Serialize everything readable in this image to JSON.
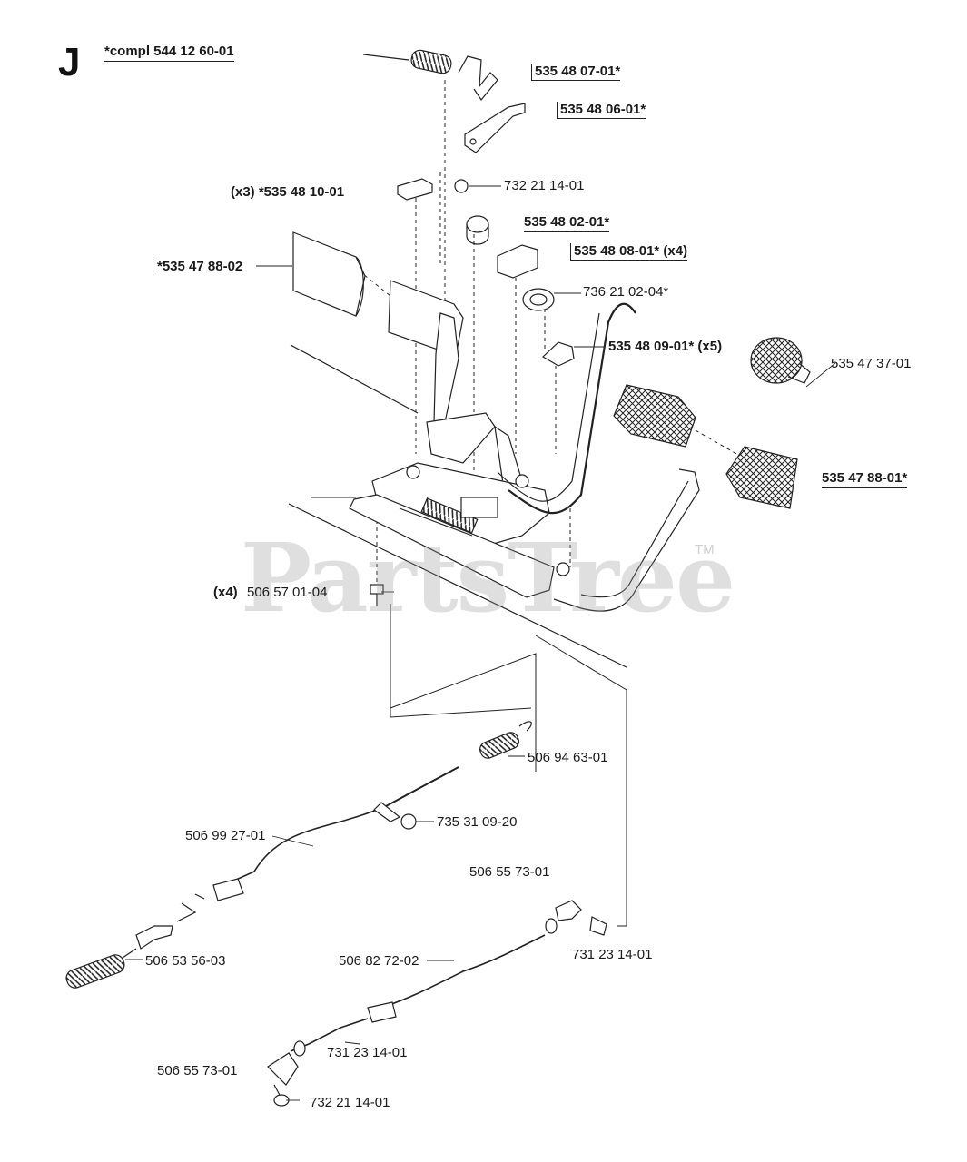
{
  "diagram": {
    "section_letter": "J",
    "assembly_ref": "*compl 544 12 60-01",
    "watermark": "PartsTree",
    "watermark_tm": "TM",
    "parts": {
      "p1": "535 48 07-01*",
      "p2": "535 48 06-01*",
      "p3": "732 21 14-01",
      "p4": "(x3) *535 48 10-01",
      "p5": "535 48 02-01*",
      "p6": "535 48 08-01* (x4)",
      "p7": "*535 47 88-02",
      "p8": "736 21 02-04*",
      "p9": "535 48 09-01* (x5)",
      "p10": "535 47 37-01",
      "p11": "535 47 88-01*",
      "p12_qty": "(x4)",
      "p12": "506 57 01-04",
      "p13": "506 94 63-01",
      "p14": "735 31 09-20",
      "p15": "506 99 27-01",
      "p16": "506 55 73-01",
      "p17": "731 23 14-01",
      "p18": "506 53 56-03",
      "p19": "506 82 72-02",
      "p20": "731 23 14-01",
      "p21": "506 55 73-01",
      "p22": "732 21 14-01"
    }
  }
}
